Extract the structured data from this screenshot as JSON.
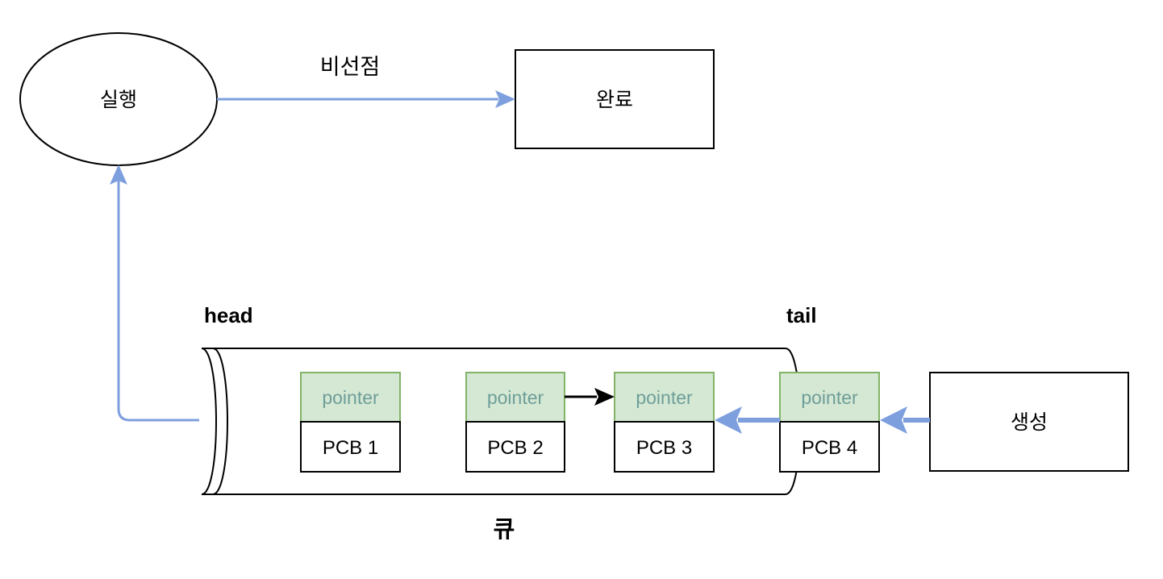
{
  "nodes": {
    "running": "실행",
    "done": "완료",
    "create": "생성"
  },
  "edges": {
    "nonpreemptive": "비선점"
  },
  "queue": {
    "label": "큐",
    "head": "head",
    "tail": "tail",
    "items": [
      {
        "pointer": "pointer",
        "pcb": "PCB 1"
      },
      {
        "pointer": "pointer",
        "pcb": "PCB 2"
      },
      {
        "pointer": "pointer",
        "pcb": "PCB 3"
      },
      {
        "pointer": "pointer",
        "pcb": "PCB 4"
      }
    ]
  },
  "colors": {
    "flow_arrow": "#7e9fdd",
    "pointer_fill": "#d5e8d4",
    "pointer_border": "#82b366",
    "pointer_text": "#6e9e99",
    "link_arrow": "#000000",
    "stroke": "#000000"
  }
}
